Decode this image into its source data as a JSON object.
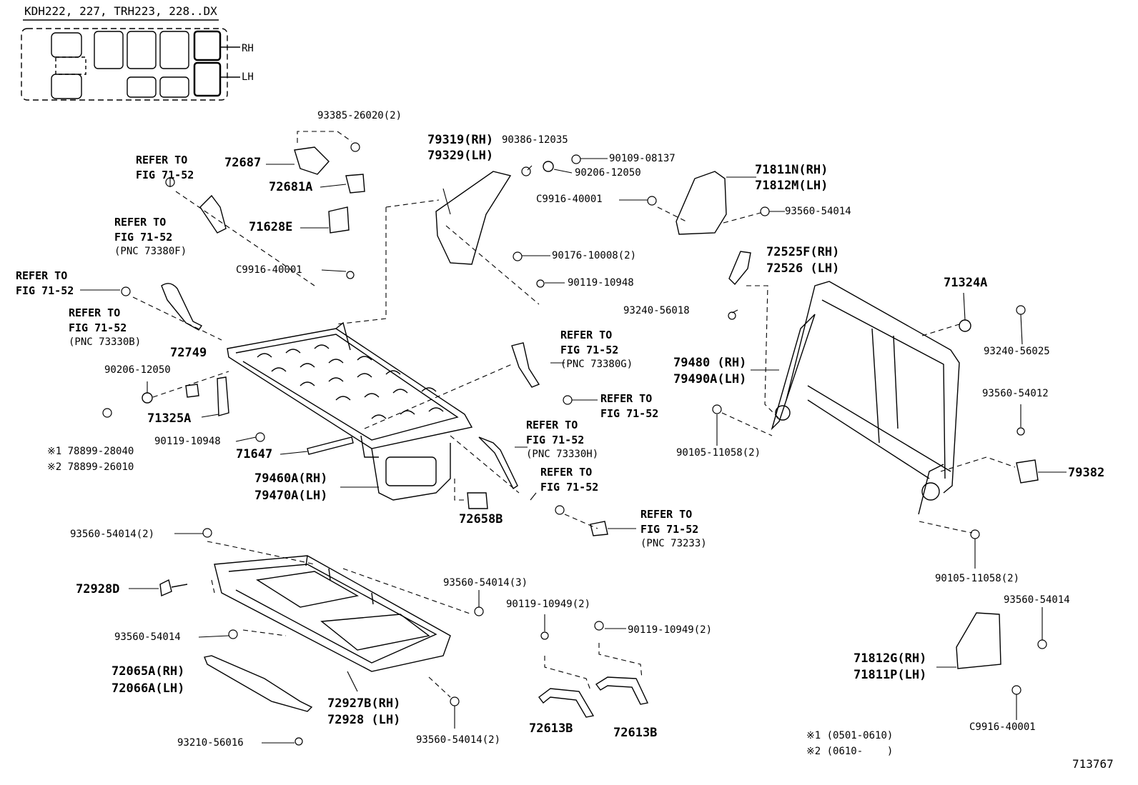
{
  "header": {
    "model": "KDH222, 227, TRH223, 228..DX",
    "rh": "RH",
    "lh": "LH"
  },
  "figure_id": "713767",
  "notes": [
    "※1 (0501-0610)",
    "※2 (0610-    )"
  ],
  "labels": {
    "p93385": "93385-26020(2)",
    "p72687": "72687",
    "p72681A": "72681A",
    "p71628E": "71628E",
    "pC9916a": "C9916-40001",
    "refA1": "REFER TO",
    "refA2": "FIG 71-52",
    "refB1": "REFER TO",
    "refB2": "FIG 71-52",
    "refB3": "(PNC 73380F)",
    "refC1": "REFER TO",
    "refC2": "FIG 71-52",
    "refD1": "REFER TO",
    "refD2": "FIG 71-52",
    "refD3": "(PNC 73330B)",
    "p72749": "72749",
    "p90206a": "90206-12050",
    "p71325A": "71325A",
    "p90119a": "90119-10948",
    "p78899a": "※1 78899-28040",
    "p78899b": "※2 78899-26010",
    "p71647": "71647",
    "p79460": "79460A(RH)",
    "p79470": "79470A(LH)",
    "p72658B": "72658B",
    "p79319": "79319(RH)",
    "p79329": "79329(LH)",
    "p90386": "90386-12035",
    "p90109": "90109-08137",
    "p90206b": "90206-12050",
    "p90176": "90176-10008(2)",
    "p90119b": "90119-10948",
    "refE1": "REFER TO",
    "refE2": "FIG 71-52",
    "refE3": "(PNC 73380G)",
    "refF1": "REFER TO",
    "refF2": "FIG 71-52",
    "refG1": "REFER TO",
    "refG2": "FIG 71-52",
    "refG3": "(PNC 73330H)",
    "refH1": "REFER TO",
    "refH2": "FIG 71-52",
    "refI1": "REFER TO",
    "refI2": "FIG 71-52",
    "refI3": "(PNC 73233)",
    "p71811N": "71811N(RH)",
    "p71812M": "71812M(LH)",
    "pC9916b": "C9916-40001",
    "p93560a": "93560-54014",
    "p72525F": "72525F(RH)",
    "p72526": "72526 (LH)",
    "p93240a": "93240-56018",
    "p71324A": "71324A",
    "p93240b": "93240-56025",
    "p79480": "79480 (RH)",
    "p79490A": "79490A(LH)",
    "p93560b": "93560-54012",
    "p90105a": "90105-11058(2)",
    "p79382": "79382",
    "p90105b": "90105-11058(2)",
    "p93560c": "93560-54014(2)",
    "p72928D": "72928D",
    "p93560d": "93560-54014(3)",
    "p93560e": "93560-54014",
    "p72065A": "72065A(RH)",
    "p72066A": "72066A(LH)",
    "p72927B": "72927B(RH)",
    "p72928": "72928 (LH)",
    "p93210": "93210-56016",
    "p93560f": "93560-54014(2)",
    "p90119c": "90119-10949(2)",
    "p90119d": "90119-10949(2)",
    "p72613Ba": "72613B",
    "p72613Bb": "72613B",
    "p93560g": "93560-54014",
    "p71812G": "71812G(RH)",
    "p71811P": "71811P(LH)",
    "pC9916c": "C9916-40001"
  }
}
